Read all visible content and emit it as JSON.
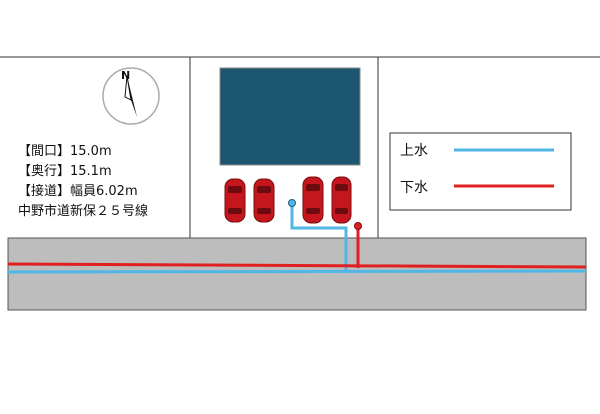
{
  "lot_info": {
    "frontage": "【間口】15.0m",
    "depth": "【奥行】15.1m",
    "road": "【接道】幅員6.02m",
    "road_name": "中野市道新保２５号線"
  },
  "compass": {
    "north_label": "N"
  },
  "legend": {
    "water_supply": {
      "label": "上水",
      "color": "#4fb6e6"
    },
    "sewer": {
      "label": "下水",
      "color": "#e02020"
    }
  },
  "colors": {
    "building": "#1d5670",
    "road": "#bdbdbd",
    "car": "#c4161c"
  }
}
